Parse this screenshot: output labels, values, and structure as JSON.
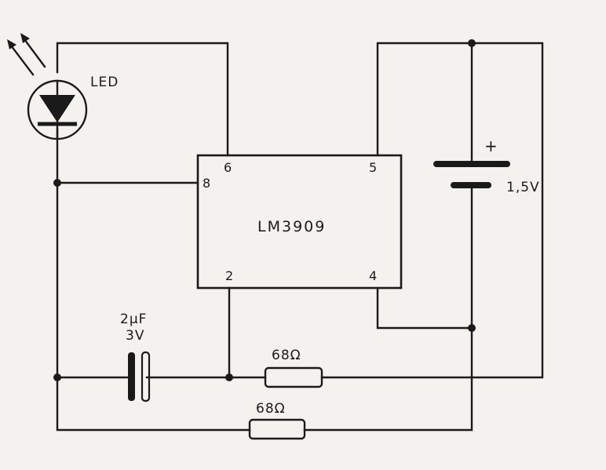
{
  "ic": {
    "part_number": "LM3909",
    "pins": {
      "p6": "6",
      "p5": "5",
      "p8": "8",
      "p2": "2",
      "p4": "4"
    }
  },
  "led": {
    "label": "LED"
  },
  "battery": {
    "plus_sign": "+",
    "voltage": "1,5V"
  },
  "capacitor": {
    "capacitance": "2µF",
    "voltage": "3V"
  },
  "resistor_upper": {
    "value": "68Ω"
  },
  "resistor_lower": {
    "value": "68Ω"
  }
}
